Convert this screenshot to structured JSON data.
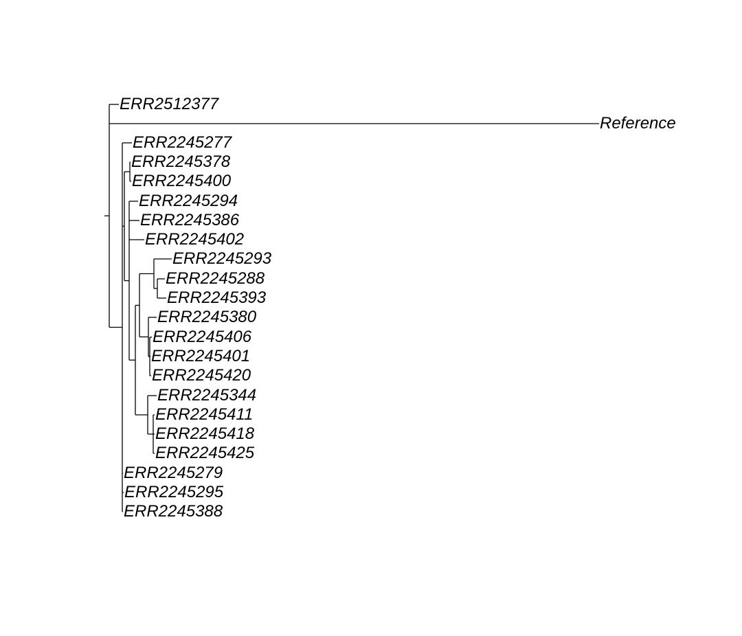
{
  "tree": {
    "type": "phylogram",
    "line_color": "#000000",
    "tips": [
      {
        "id": "t_err2512377",
        "label": "ERR2512377"
      },
      {
        "id": "t_reference",
        "label": "Reference"
      },
      {
        "id": "t_err2245277",
        "label": "ERR2245277"
      },
      {
        "id": "t_err2245378",
        "label": "ERR2245378"
      },
      {
        "id": "t_err2245400",
        "label": "ERR2245400"
      },
      {
        "id": "t_err2245294",
        "label": "ERR2245294"
      },
      {
        "id": "t_err2245386",
        "label": "ERR2245386"
      },
      {
        "id": "t_err2245402",
        "label": "ERR2245402"
      },
      {
        "id": "t_err2245293",
        "label": "ERR2245293"
      },
      {
        "id": "t_err2245288",
        "label": "ERR2245288"
      },
      {
        "id": "t_err2245393",
        "label": "ERR2245393"
      },
      {
        "id": "t_err2245380",
        "label": "ERR2245380"
      },
      {
        "id": "t_err2245406",
        "label": "ERR2245406"
      },
      {
        "id": "t_err2245401",
        "label": "ERR2245401"
      },
      {
        "id": "t_err2245420",
        "label": "ERR2245420"
      },
      {
        "id": "t_err2245344",
        "label": "ERR2245344"
      },
      {
        "id": "t_err2245411",
        "label": "ERR2245411"
      },
      {
        "id": "t_err2245418",
        "label": "ERR2245418"
      },
      {
        "id": "t_err2245425",
        "label": "ERR2245425"
      },
      {
        "id": "t_err2245279",
        "label": "ERR2245279"
      },
      {
        "id": "t_err2245295",
        "label": "ERR2245295"
      },
      {
        "id": "t_err2245388",
        "label": "ERR2245388"
      }
    ]
  }
}
